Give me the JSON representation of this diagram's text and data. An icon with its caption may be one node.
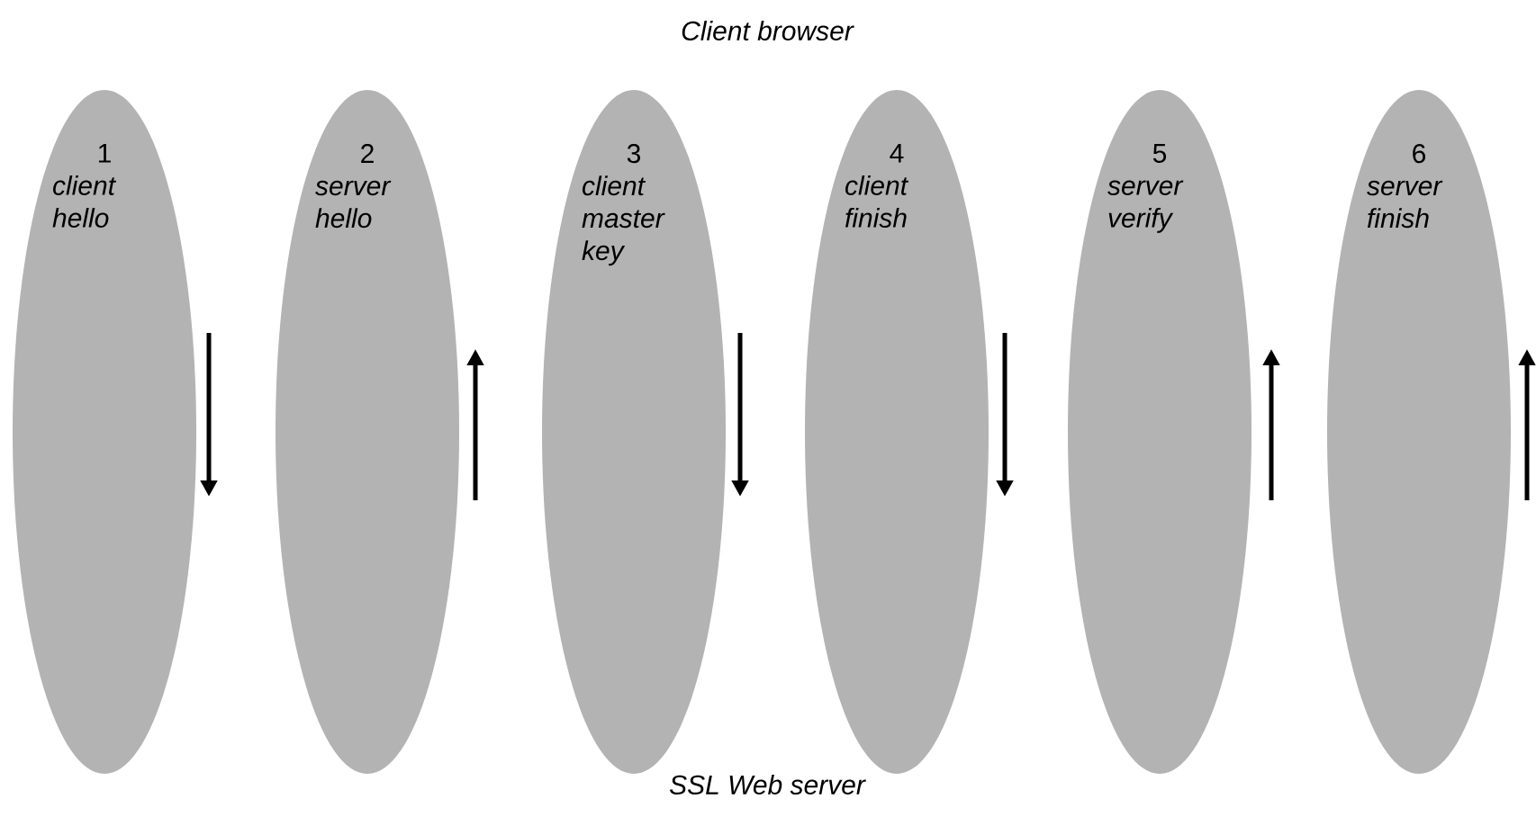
{
  "diagram": {
    "nodes": [
      {
        "text": [
          "Client browser"
        ]
      },
      {
        "text": [
          "SSL Web server"
        ]
      },
      {
        "text": [
          "1",
          "client hello"
        ]
      },
      {
        "text": [
          "2",
          "server hello"
        ]
      },
      {
        "text": [
          "3",
          "client master key"
        ]
      },
      {
        "text": [
          "4",
          "client finish"
        ]
      },
      {
        "text": [
          "5",
          "server verify"
        ]
      },
      {
        "text": [
          "6",
          "server finish"
        ]
      }
    ]
  }
}
